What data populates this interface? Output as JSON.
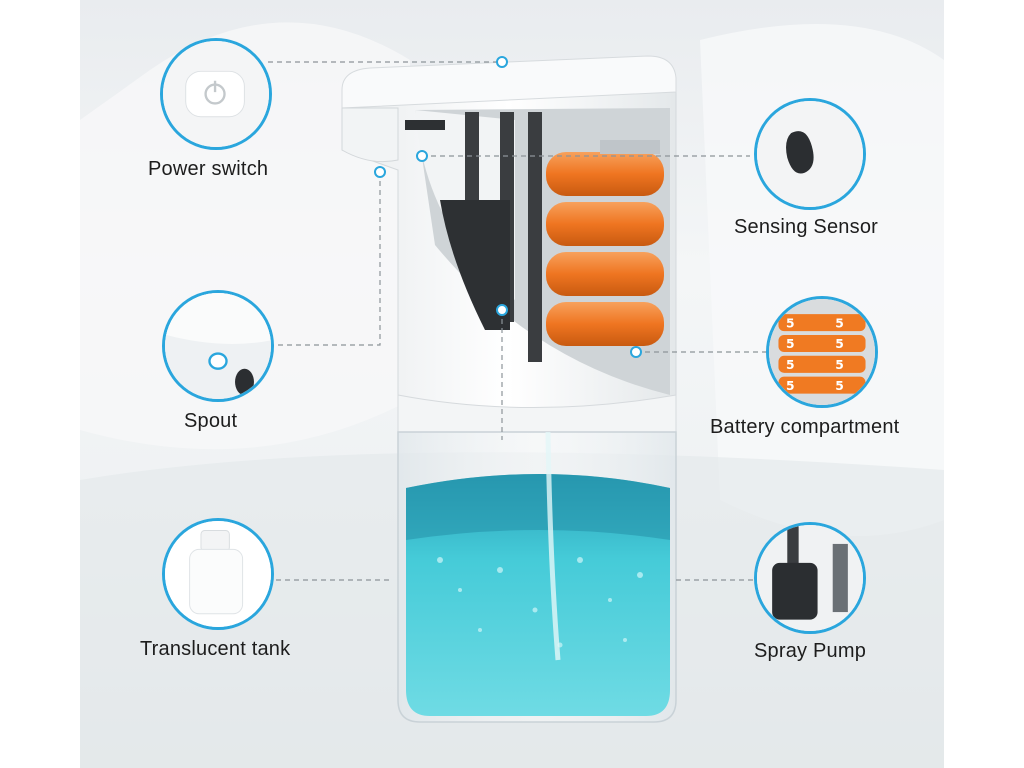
{
  "labels": {
    "power_switch": "Power switch",
    "spout": "Spout",
    "translucent_tank": "Translucent tank",
    "sensing_sensor": "Sensing Sensor",
    "battery_compartment": "Battery compartment",
    "spray_pump": "Spray Pump"
  },
  "colors": {
    "accent_ring": "#2aa6dd",
    "liquid": "#3ec9d6",
    "battery": "#f07a22"
  },
  "icons": {
    "power_switch": "power-icon",
    "sensor": "sensor-window-icon",
    "spout": "spout-nozzle-icon",
    "battery": "battery-pack-icon",
    "tank": "tank-icon",
    "pump": "pump-icon"
  },
  "battery_marking": "5"
}
